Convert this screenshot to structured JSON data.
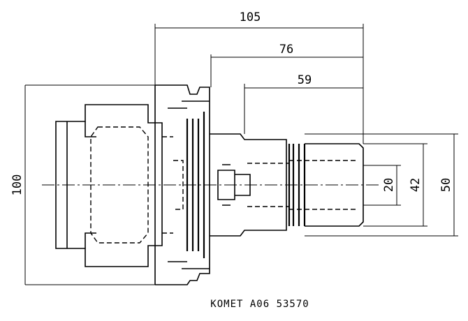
{
  "dimensions": {
    "overall_length": "105",
    "length_76": "76",
    "length_59": "59",
    "flange_diameter": "100",
    "diameter_20": "20",
    "diameter_42": "42",
    "diameter_50": "50"
  },
  "caption": "KOMET A06 53570"
}
